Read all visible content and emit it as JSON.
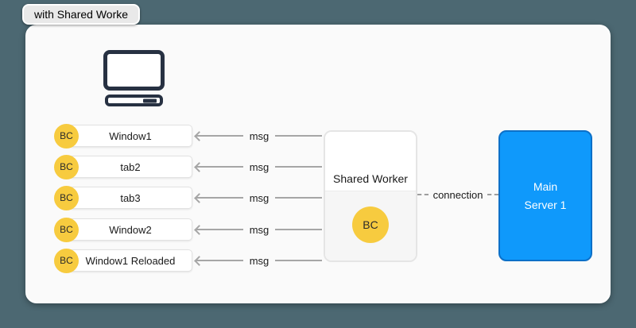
{
  "page": {
    "tab_label": "with Shared Worke"
  },
  "diagram": {
    "clients": [
      {
        "badge": "BC",
        "label": "Window1"
      },
      {
        "badge": "BC",
        "label": "tab2"
      },
      {
        "badge": "BC",
        "label": "tab3"
      },
      {
        "badge": "BC",
        "label": "Window2"
      },
      {
        "badge": "BC",
        "label": "Window1 Reloaded"
      }
    ],
    "message_label": "msg",
    "shared_worker": {
      "title": "Shared Worker",
      "badge": "BC"
    },
    "connection_label": "connection",
    "server": {
      "label_line1": "Main",
      "label_line2": "Server 1"
    }
  },
  "colors": {
    "background": "#4C6872",
    "container": "#FAFAFA",
    "tab_bg": "#E9E9E9",
    "badge": "#F7CB3F",
    "badge_text": "#2B2B2B",
    "icon_dark": "#273142",
    "box_border": "#E2E2E2",
    "arrow": "#A6A6A6",
    "text_dark": "#1A1A1A",
    "server_fill": "#0F99FB",
    "server_border": "#0C70C8",
    "sw_border": "#E5E5E5"
  }
}
